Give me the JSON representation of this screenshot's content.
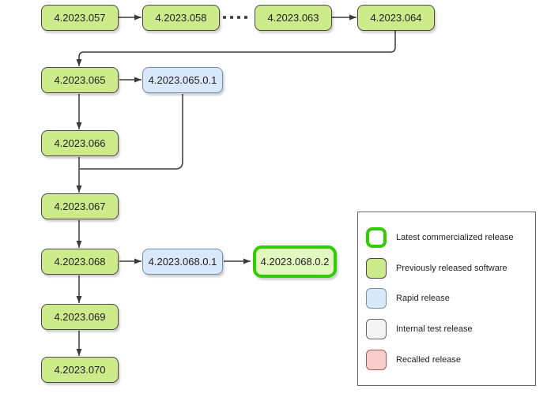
{
  "diagram": {
    "nodes": [
      {
        "label": "4.2023.057",
        "type": "released"
      },
      {
        "label": "4.2023.058",
        "type": "released"
      },
      {
        "label": "4.2023.063",
        "type": "released"
      },
      {
        "label": "4.2023.064",
        "type": "released"
      },
      {
        "label": "4.2023.065",
        "type": "released"
      },
      {
        "label": "4.2023.065.0.1",
        "type": "rapid"
      },
      {
        "label": "4.2023.066",
        "type": "released"
      },
      {
        "label": "4.2023.067",
        "type": "released"
      },
      {
        "label": "4.2023.068",
        "type": "released"
      },
      {
        "label": "4.2023.068.0.1",
        "type": "rapid"
      },
      {
        "label": "4.2023.068.0.2",
        "type": "latest"
      },
      {
        "label": "4.2023.069",
        "type": "released"
      },
      {
        "label": "4.2023.070",
        "type": "released"
      }
    ],
    "legend": {
      "items": [
        {
          "label": "Latest commercialized release",
          "swatch": "latest"
        },
        {
          "label": "Previously released software",
          "swatch": "released"
        },
        {
          "label": "Rapid release",
          "swatch": "rapid"
        },
        {
          "label": "Internal test release",
          "swatch": "internal"
        },
        {
          "label": "Recalled release",
          "swatch": "recalled"
        }
      ]
    },
    "colors": {
      "released_fill": "#cdeb8b",
      "rapid_fill": "#dae8fc",
      "rapid_border": "#6c8ebf",
      "latest_border": "#33cc00",
      "latest_fill": "#e2f6bf",
      "internal_fill": "#f5f5f5",
      "recalled_fill": "#f8cecc",
      "recalled_border": "#b85450",
      "edge": "#3a3a3a"
    }
  }
}
